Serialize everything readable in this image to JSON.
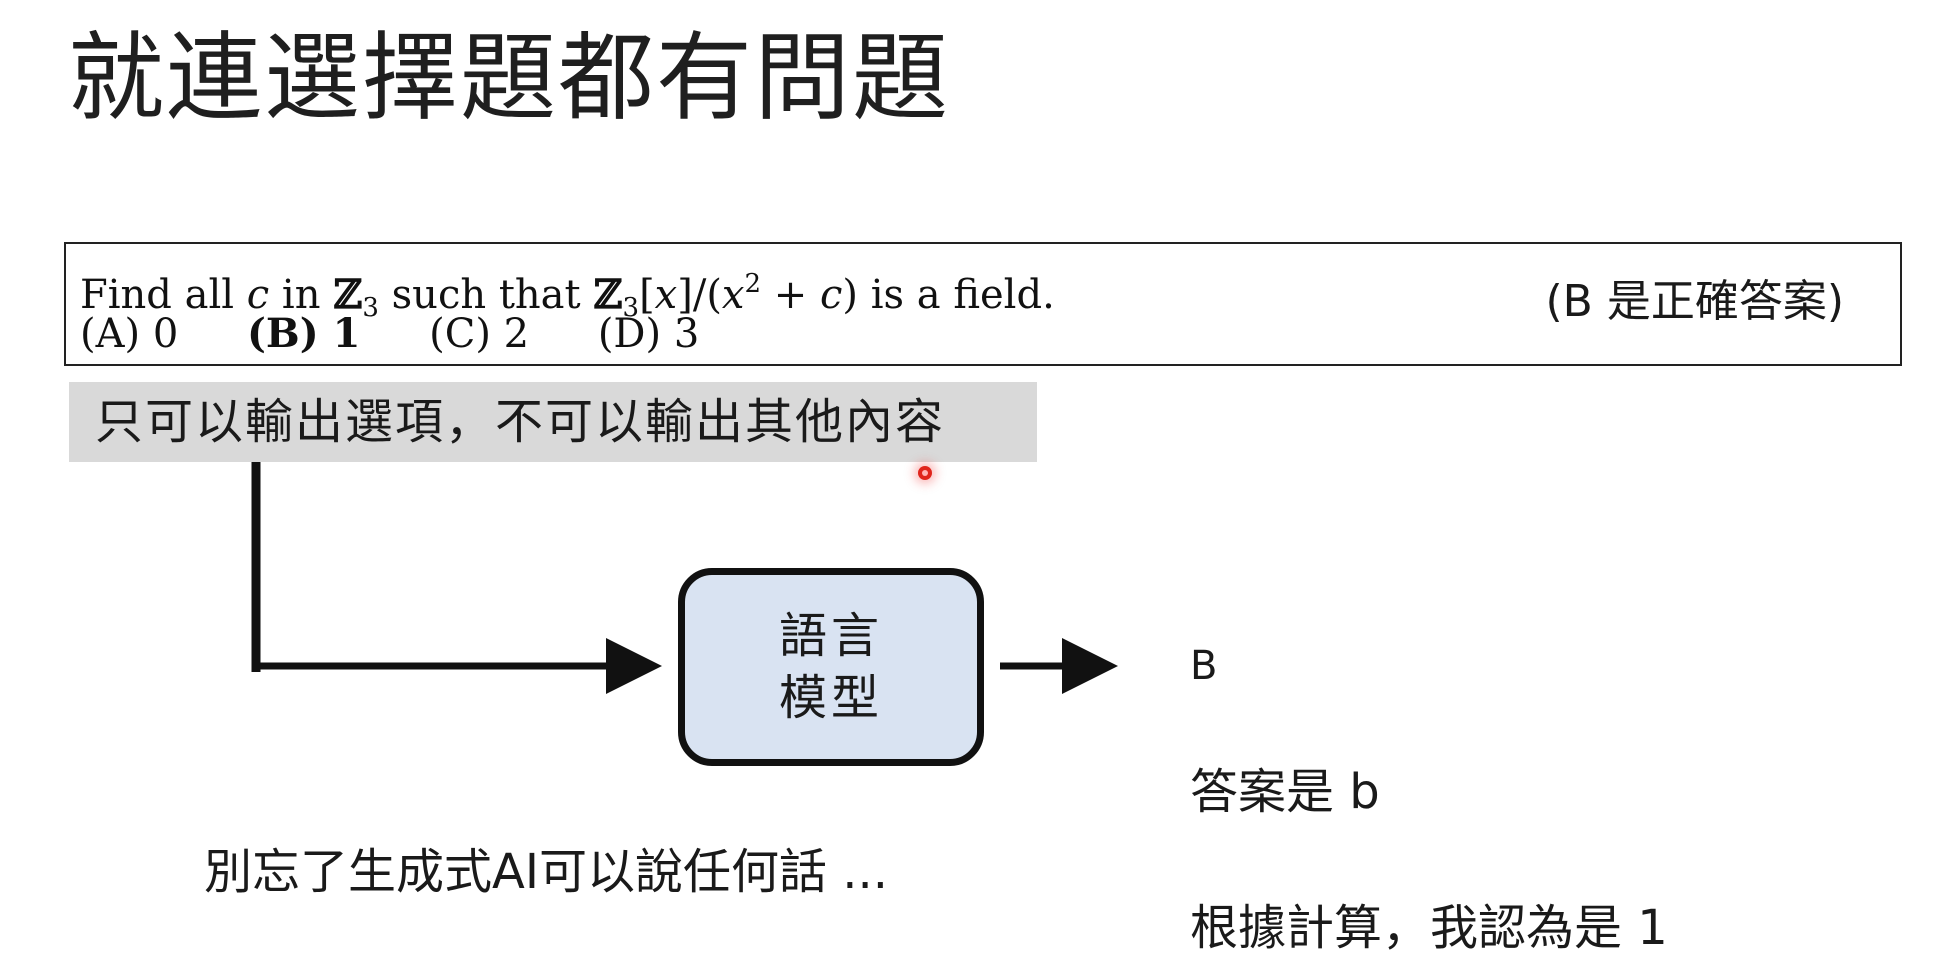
{
  "title": "就連選擇題都有問題",
  "question": {
    "line1_prefix": "Find all",
    "var_c": "c",
    "word_in": "in",
    "ring": "ℤ",
    "ring_sub": "3",
    "such_that": "such that",
    "expr_a": "[",
    "var_x": "x",
    "expr_b": "]/(",
    "var_x2": "x",
    "exp_2": "2",
    "plus": " + ",
    "var_c2": "c",
    "expr_close": ")",
    "tail": "is a field.",
    "choices": [
      {
        "label": "(A) 0",
        "correct": false
      },
      {
        "label": "(B) 1",
        "correct": true
      },
      {
        "label": "(C) 2",
        "correct": false
      },
      {
        "label": "(D) 3",
        "correct": false
      }
    ],
    "answer_note": "(B 是正確答案)"
  },
  "prompt": "只可以輸出選項，不可以輸出其他內容",
  "model": {
    "line1": "語言",
    "line2": "模型"
  },
  "outputs": [
    "B",
    "答案是 b",
    "根據計算，我認為是 1"
  ],
  "caption": "別忘了生成式AI可以說任何話 ...",
  "colors": {
    "prompt_bg": "#d9d9d9",
    "model_fill": "#d9e3f2",
    "line": "#111111",
    "pointer": "#e0241b"
  }
}
